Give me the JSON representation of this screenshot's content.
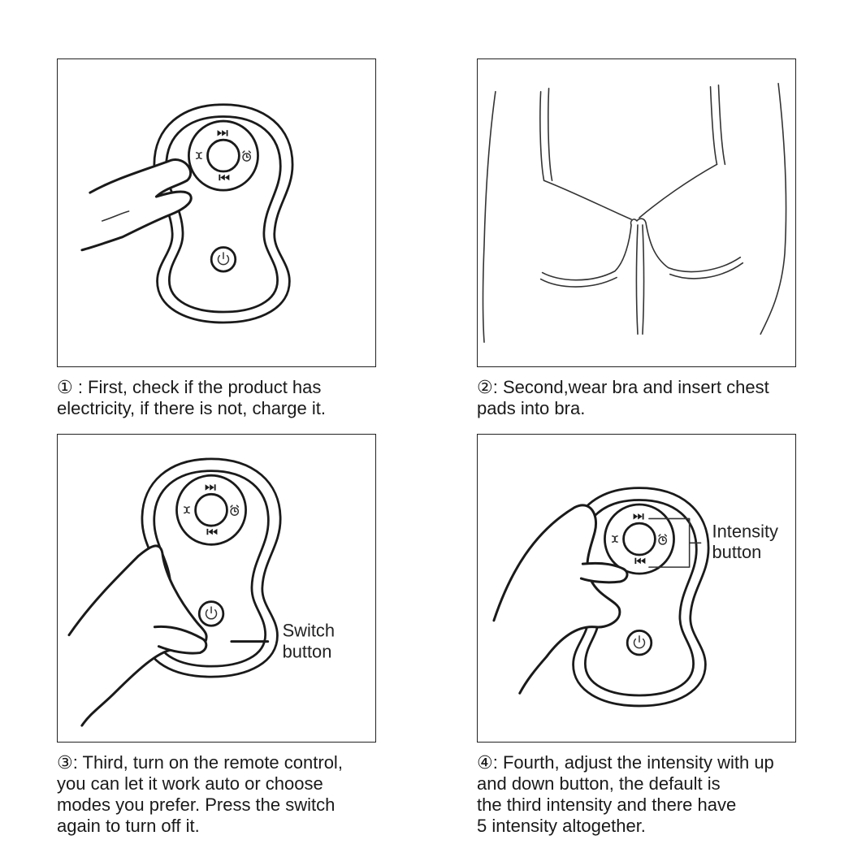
{
  "steps": [
    {
      "caption_lines": [
        "① : First, check if the product has",
        "electricity, if there is not, charge it."
      ]
    },
    {
      "caption_lines": [
        "②: Second,wear bra and insert chest",
        "pads into bra."
      ]
    },
    {
      "caption_lines": [
        "③: Third, turn on the remote control,",
        "you can let it work auto or choose",
        "modes you prefer. Press the switch",
        "again to turn off it."
      ],
      "callout_lines": [
        "Switch",
        "button"
      ]
    },
    {
      "caption_lines": [
        "④: Fourth, adjust the intensity with up",
        "and down button, the default is",
        "the third intensity and there have",
        "5 intensity altogether."
      ],
      "callout_lines": [
        "Intensity",
        "button"
      ]
    }
  ],
  "icons": {
    "remote": "remote-control-icon",
    "power": "power-icon",
    "next": "next-track-icon",
    "prev": "previous-track-icon",
    "mode": "mode-loop-icon",
    "timer": "alarm-clock-icon",
    "hand": "hand-icon",
    "bra": "bra-illustration"
  }
}
